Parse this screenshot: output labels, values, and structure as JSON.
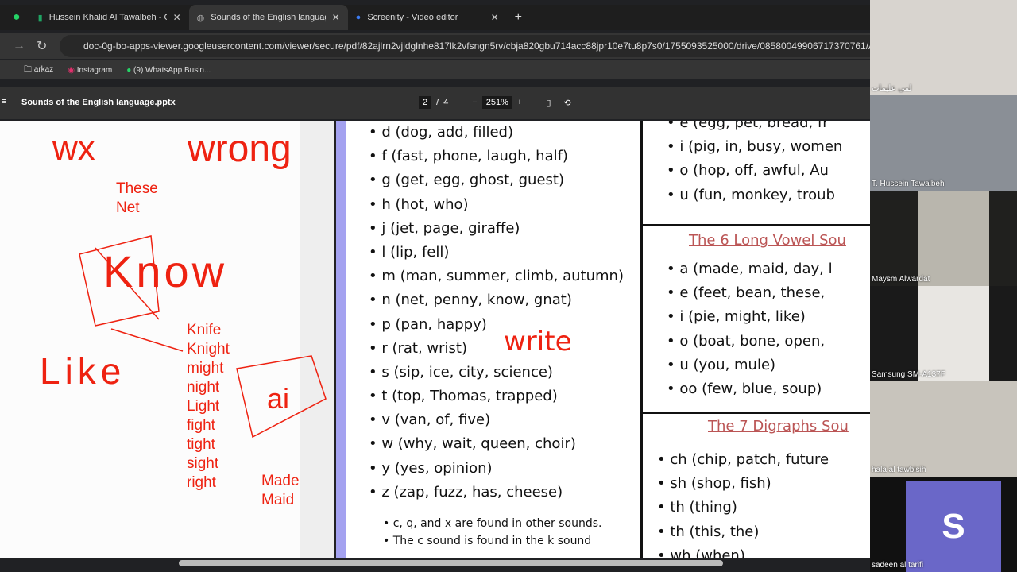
{
  "tabs": [
    {
      "label": "Hussein Khalid Al Tawalbeh - G"
    },
    {
      "label": "Sounds of the English language"
    },
    {
      "label": "Screenity - Video editor"
    }
  ],
  "url": "doc-0g-bo-apps-viewer.googleusercontent.com/viewer/secure/pdf/82ajlrn2vjidglnhe817lk2vfsngn5rv/cbja820gbu714acc88jpr10e7tu8p7s0/1755093525000/drive/08580049906717370761/AC...",
  "bookmarks": [
    "arkaz",
    "Instagram",
    "(9) WhatsApp Busin..."
  ],
  "viewer": {
    "title": "Sounds of the English language.pptx",
    "page": "2",
    "sep": "/",
    "total": "4",
    "zoom": "251%"
  },
  "whiteboard": {
    "words": [
      "wx",
      "wrong",
      "These",
      "Net",
      "Know",
      "Knife",
      "Knight",
      "might",
      "night",
      "Light",
      "fight",
      "tight",
      "sight",
      "right",
      "Like",
      "ai",
      "Made",
      "Maid",
      "write"
    ]
  },
  "slide": {
    "consonants": [
      "d (dog, add, filled)",
      "f (fast, phone, laugh, half)",
      "g (get, egg, ghost, guest)",
      "h (hot, who)",
      "j (jet, page, giraffe)",
      "l (lip, fell)",
      "m (man, summer, climb, autumn)",
      "n (net, penny, know, gnat)",
      "p (pan, happy)",
      "r (rat, wrist)",
      "s (sip, ice, city, science)",
      "t (top, Thomas, trapped)",
      "v (van, of, five)",
      "w (why, wait, queen, choir)",
      "y (yes, opinion)",
      "z (zap, fuzz, has, cheese)"
    ],
    "notes": [
      "c, q, and x are found in other sounds.",
      "The c sound is found in the k sound"
    ],
    "short_vowels": [
      "e (egg, pet, bread, fr",
      "i (pig, in, busy, women",
      "o (hop, off, awful, Au",
      "u (fun, monkey, troub"
    ],
    "long_header": "The 6 Long Vowel Sou",
    "long_vowels": [
      "a (made, maid, day, l",
      "e (feet, bean, these, ",
      "i (pie, might, like)",
      "o (boat, bone, open, ",
      "u (you, mule)",
      "oo (few, blue, soup)"
    ],
    "digraph_header": "The 7 Digraphs Sou",
    "digraphs": [
      "ch (chip, patch, future",
      "sh (shop, fish)",
      "th (thing)",
      "th (this, the)",
      "wh (when)"
    ]
  },
  "participants": [
    {
      "name": "لمى عليمات"
    },
    {
      "name": "T. Hussein Tawalbeh"
    },
    {
      "name": "Maysm Alwardat"
    },
    {
      "name": "Samsung SM-A137F"
    },
    {
      "name": "hala al tawbisih"
    },
    {
      "name": "sadeen al tarifi",
      "initial": "S"
    }
  ]
}
